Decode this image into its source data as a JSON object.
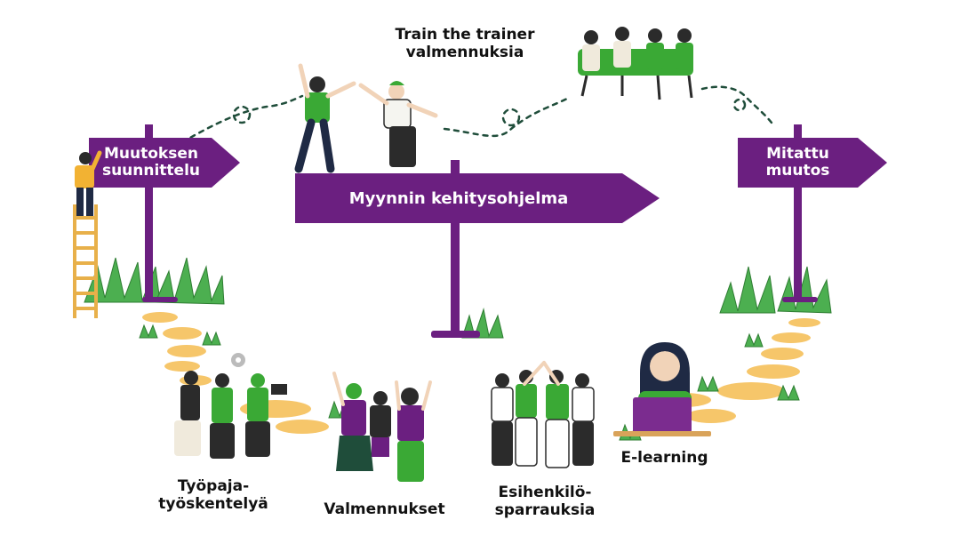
{
  "colors": {
    "sign": "#6b1f80",
    "green": "#3aa935",
    "grass": "#4caf50",
    "stone": "#f6c66a",
    "ladder": "#e8b04a",
    "path": "#1f4d3a",
    "ink": "#111111"
  },
  "signs": {
    "left": {
      "line1": "Muutoksen",
      "line2": "suunnittelu"
    },
    "center": {
      "label": "Myynnin kehitysohjelma"
    },
    "right": {
      "line1": "Mitattu",
      "line2": "muutos"
    }
  },
  "stages": {
    "train": {
      "line1": "Train the trainer",
      "line2": "valmennuksia"
    },
    "workshop": {
      "line1": "Työpaja-",
      "line2": "työskentelyä"
    },
    "coaching": {
      "label": "Valmennukset"
    },
    "sparring": {
      "line1": "Esihenkilö-",
      "line2": "sparrauksia"
    },
    "elearning": {
      "label": "E-learning"
    }
  },
  "icons": [
    "ladder-icon",
    "worker-icon",
    "high-five-people-icon",
    "group-meeting-icon",
    "workshop-people-icon",
    "gear-icon",
    "cheering-people-icon",
    "team-high-five-icon",
    "laptop-woman-icon",
    "grass-icon",
    "stepping-stone-icon"
  ]
}
